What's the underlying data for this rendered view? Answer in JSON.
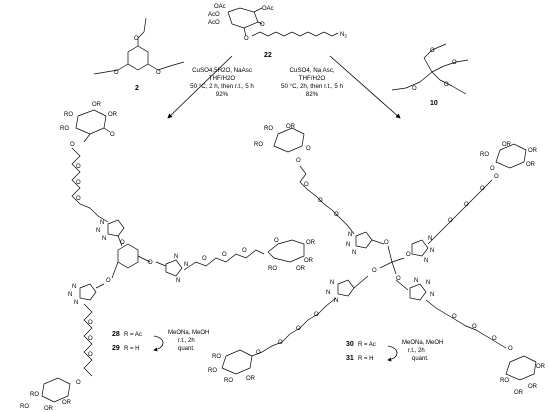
{
  "compounds": {
    "c2": "2",
    "c10": "10",
    "c22": "22",
    "c28": "28",
    "c29": "29",
    "c30": "30",
    "c31": "31"
  },
  "atoms": {
    "oac": "OAc",
    "aco": "AcO",
    "o": "O",
    "n3": "N",
    "n3_sub": "3",
    "or": "OR",
    "ro": "RO",
    "n": "N",
    "eq": "="
  },
  "labels": {
    "r_ac": "R = Ac",
    "r_h": "R = H"
  },
  "conditions": {
    "left": {
      "line1": "CuSO4.5H2O, NaAsc",
      "line2": "THF/H2O",
      "line3": "50 °C, 2 h, then r.t., 5 h",
      "line4": "92%"
    },
    "right": {
      "line1": "CuSO4, Na Asc,",
      "line2": "THF/H2O",
      "line3": "50 °C, 2h, then r.t., 5 h",
      "line4": "82%"
    },
    "deprot_left": {
      "line1": "MeONa, MeOH",
      "line2": "r.t., 2h",
      "line3": "quant."
    },
    "deprot_right": {
      "line1": "MeONa, MeOH",
      "line2": "r.t., 2h",
      "line3": "quant."
    }
  }
}
